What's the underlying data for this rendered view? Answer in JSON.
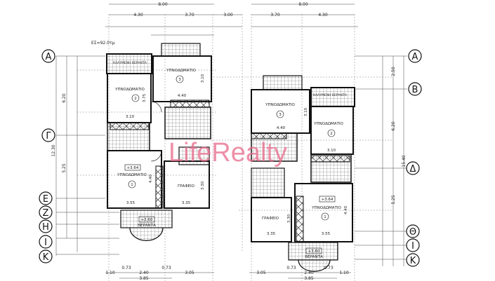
{
  "watermark": "LifeRealty",
  "colors": {
    "lines": "#222222",
    "watermark": "#e86a8a"
  },
  "left_plan": {
    "area_note": "ΕΣ=92.0τμ",
    "axes": [
      "Α",
      "Γ",
      "Ε",
      "Ζ",
      "Η",
      "Ι",
      "Κ"
    ],
    "top_dims": {
      "total": "8.00",
      "a": "4.30",
      "b": "3.70",
      "c": "3.00"
    },
    "vertical_dims": {
      "d1": "6.20",
      "d2": "12.30",
      "d3": "5.25"
    },
    "bottom_dims": {
      "a": "1.10",
      "b": "0.73",
      "c": "2.40",
      "d": "0.73",
      "e": "3.05",
      "f": "3.85"
    },
    "rooms": {
      "covered_veranda": "ΚΑΛΥΜΕΝΗ ΒΕΡΑΝΤΑ",
      "bedroom2": "ΥΠΝΟΔΩΜΑΤΙΟ",
      "bedroom2_num": "2",
      "bedroom3": "ΥΠΝΟΔΩΜΑΤΙΟ",
      "bedroom3_num": "3",
      "bedroom1": "ΥΠΝΟΔΩΜΑΤΙΟ",
      "bedroom1_num": "1",
      "office": "ΓΡΑΦΕΙΟ",
      "veranda": "ΒΕΡΑΝΤΑ",
      "level1": "+3.64",
      "level2": "+3.60",
      "w_b2": "3.10",
      "w_b3": "4.40",
      "w_b1": "3.55",
      "w_off": "3.35",
      "h_b3": "3.10",
      "h_b2": "3.75",
      "h_b1": "4.40",
      "h_off": "3.30"
    }
  },
  "right_plan": {
    "axes": [
      "Α",
      "Β",
      "Δ",
      "Θ",
      "Ι",
      "Κ"
    ],
    "top_dims": {
      "total": "8.00",
      "a": "3.70",
      "b": "4.30"
    },
    "vertical_dims": {
      "d1": "2.50",
      "d2": "6.20",
      "d3": "15.40",
      "d4": "5.25"
    },
    "bottom_dims": {
      "a": "3.05",
      "b": "0.73",
      "c": "2.40",
      "d": "0.73",
      "e": "1.10",
      "f": "3.85"
    },
    "rooms": {
      "covered_veranda": "ΚΑΛΥΜΕΝΗ ΒΕΡΑΝΤΑ",
      "bedroom3": "ΥΠΝΟΔΩΜΑΤΙΟ",
      "bedroom3_num": "3",
      "bedroom2": "ΥΠΝΟΔΩΜΑΤΙΟ",
      "bedroom2_num": "2",
      "bedroom1": "ΥΠΝΟΔΩΜΑΤΙΟ",
      "bedroom1_num": "1",
      "office": "ΓΡΑΦΕΙΟ",
      "veranda": "ΒΕΡΑΝΤΑ",
      "level1": "+3.64",
      "level2": "+3.60",
      "w_b3": "4.40",
      "w_b2": "3.10",
      "w_b1": "3.55",
      "w_off": "3.35",
      "h_b3": "3.10",
      "h_b1": "4.40",
      "h_off": "3.30"
    }
  }
}
